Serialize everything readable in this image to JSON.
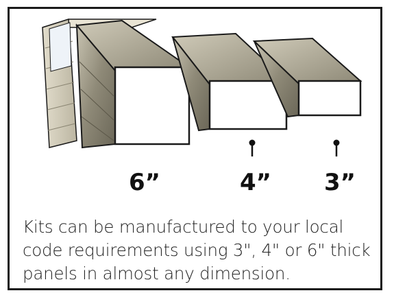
{
  "labels": {
    "six": "6”",
    "four": "4”",
    "three": "3”"
  },
  "caption": {
    "line1": "Kits can be manufactured to your local",
    "line2": "code requirements using 3\", 4\" or 6\" thick",
    "line3": "panels in almost any dimension."
  },
  "colors": {
    "border": "#1a1a1a",
    "panel_face": "#ffffff",
    "panel_side_dark": "#8c8878",
    "panel_top": "#b4af9c",
    "siding": "#d8d3c2",
    "label_text": "#111111",
    "caption_text": "#222222"
  }
}
